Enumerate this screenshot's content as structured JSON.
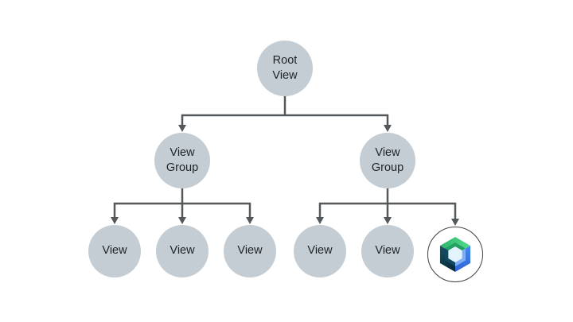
{
  "diagram": {
    "background_color": "#FFFFFF",
    "colors": {
      "node_fill": "#C4CDD3",
      "connector": "#54585B",
      "label_text": "#1F2326",
      "logo_ring": "#3C4043",
      "logo_green": "#3ECB7A",
      "logo_blue": "#4285F4",
      "logo_navy": "#082C3C",
      "logo_inner": "#E2F3FC"
    },
    "tree": {
      "root": {
        "label": "Root View"
      },
      "level2": [
        {
          "label": "View Group"
        },
        {
          "label": "View Group"
        }
      ],
      "level3_left": [
        {
          "label": "View"
        },
        {
          "label": "View"
        },
        {
          "label": "View"
        }
      ],
      "level3_right": [
        {
          "label": "View"
        },
        {
          "label": "View"
        }
      ],
      "compose_node": {
        "icon": "jetpack-compose-logo"
      }
    }
  }
}
